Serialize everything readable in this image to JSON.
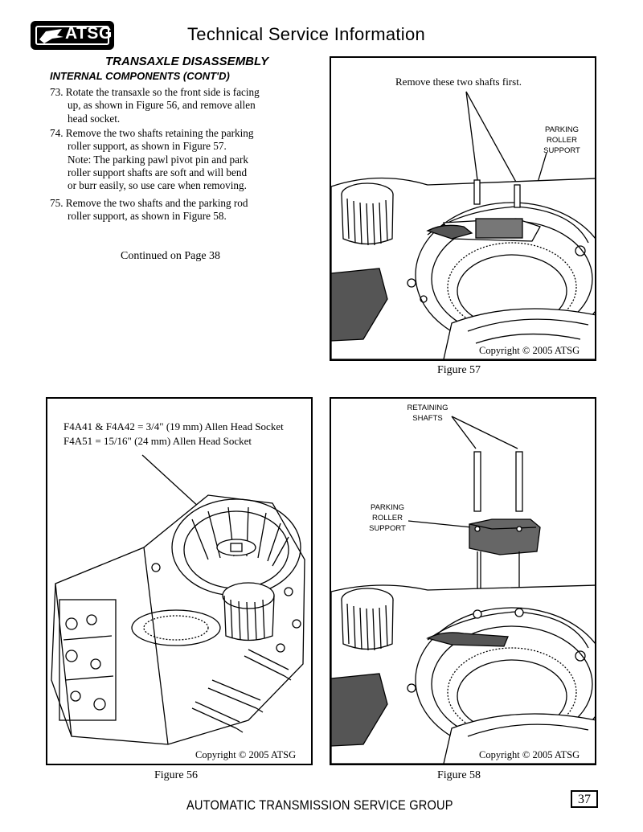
{
  "header": {
    "logo_text": "ATSG",
    "title": "Technical Service Information"
  },
  "section": {
    "title": "TRANSAXLE DISASSEMBLY",
    "subtitle": "INTERNAL COMPONENTS (CONT'D)"
  },
  "steps": [
    {
      "first": "73. Rotate the transaxle so the front side is facing",
      "cont": [
        "up, as shown in Figure 56, and remove allen",
        "head socket."
      ]
    },
    {
      "first": "74. Remove the two shafts retaining the parking",
      "cont": [
        "roller support, as shown in Figure 57.",
        "Note: The parking pawl pivot pin and park",
        "roller support shafts are soft and will bend",
        "or burr easily, so use care when removing."
      ]
    },
    {
      "first": "75. Remove the two shafts and the parking rod",
      "cont": [
        "roller support, as shown in Figure 58."
      ]
    }
  ],
  "continued": "Continued on Page 38",
  "figures": {
    "fig57": {
      "note": "Remove these two shafts first.",
      "callout_lines": [
        "PARKING",
        "ROLLER",
        "SUPPORT"
      ],
      "copyright": "Copyright © 2005 ATSG",
      "caption": "Figure 57"
    },
    "fig56": {
      "note_line1": "F4A41 & F4A42 = 3/4\"  (19 mm) Allen Head Socket",
      "note_line2": "F4A51 = 15/16\"  (24 mm) Allen Head Socket",
      "copyright": "Copyright © 2005 ATSG",
      "caption": "Figure 56"
    },
    "fig58": {
      "callout_shafts": [
        "RETAINING",
        "SHAFTS"
      ],
      "callout_support": [
        "PARKING",
        "ROLLER",
        "SUPPORT"
      ],
      "copyright": "Copyright © 2005 ATSG",
      "caption": "Figure 58"
    }
  },
  "footer": "AUTOMATIC TRANSMISSION SERVICE GROUP",
  "page_number": "37"
}
